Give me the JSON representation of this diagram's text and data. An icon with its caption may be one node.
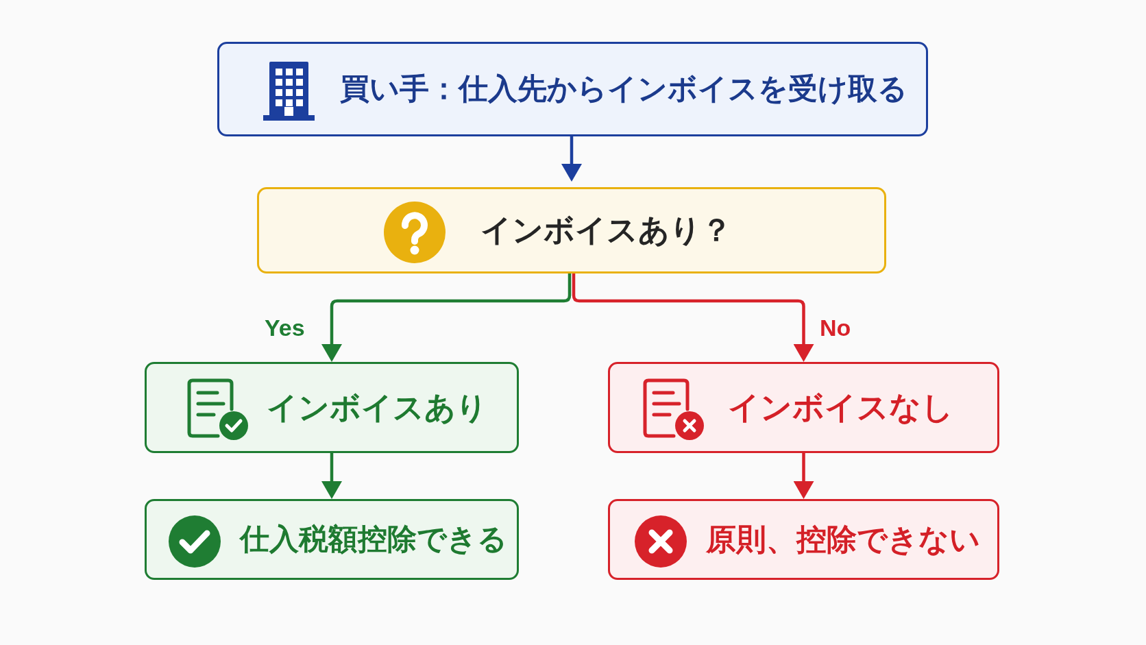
{
  "diagram": {
    "nodes": [
      {
        "text": [
          "買い手：仕入先からインボイスを受け取る"
        ]
      },
      {
        "text": [
          "インボイスあり？"
        ]
      },
      {
        "text": [
          "インボイスあり"
        ]
      },
      {
        "text": [
          "インボイスなし"
        ]
      },
      {
        "text": [
          "仕入税額控除できる"
        ]
      },
      {
        "text": [
          "原則、控除できない"
        ]
      }
    ],
    "edges": [
      {
        "from": 0,
        "to": 1,
        "arrow": "to",
        "color": "#1c3f9e"
      },
      {
        "from": 1,
        "to": 2,
        "arrow": "to",
        "label": "Yes",
        "color": "#1f7d33"
      },
      {
        "from": 1,
        "to": 3,
        "arrow": "to",
        "label": "No",
        "color": "#d7222a"
      },
      {
        "from": 2,
        "to": 4,
        "arrow": "to",
        "color": "#1f7d33"
      },
      {
        "from": 3,
        "to": 5,
        "arrow": "to",
        "color": "#d7222a"
      }
    ]
  }
}
